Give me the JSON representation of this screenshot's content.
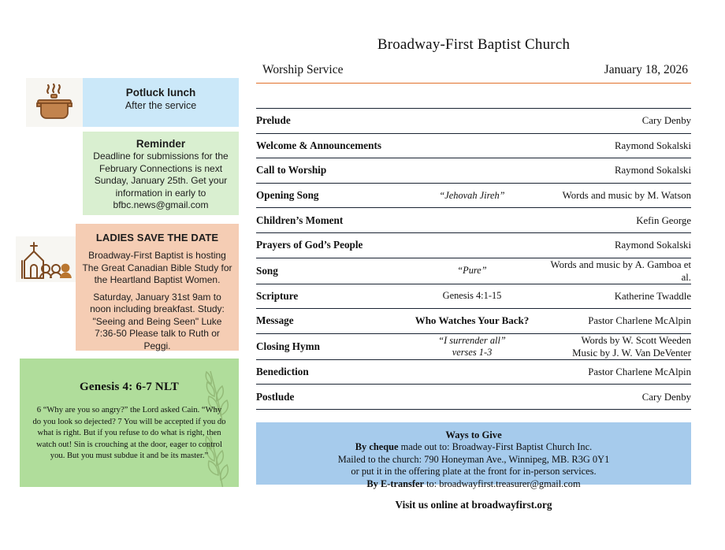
{
  "sidebar": {
    "potluck": {
      "icon": "cooking-pot-icon",
      "title": "Potluck lunch",
      "subtitle": "After the service",
      "bg": "#cbe8f9"
    },
    "reminder": {
      "title": "Reminder",
      "body": "Deadline for submissions for the February Connections is next Sunday, January 25th. Get your information in early to bfbc.news@gmail.com",
      "bg": "#d9efd0"
    },
    "ladies": {
      "icon": "church-and-people-icon",
      "title": "LADIES SAVE THE DATE",
      "paragraph1": "Broadway-First Baptist is hosting The Great Canadian Bible Study for the Heartland Baptist Women.",
      "paragraph2": "Saturday, January 31st 9am to noon including breakfast. Study: \"Seeing and Being Seen\"  Luke 7:36-50 Please talk to Ruth or Peggi.",
      "bg": "#f5cdb4"
    },
    "scripture": {
      "title": "Genesis 4: 6-7 NLT",
      "body": "6 “Why are you so angry?” the Lord asked Cain. “Why do you look so dejected? 7 You will be accepted if you do what is right. But if you refuse to do what is right, then watch out! Sin is crouching at the door, eager to control you. But you must subdue it and be its master.”",
      "bg": "#b0dd9b",
      "decoration": "leaf-sprig"
    }
  },
  "header": {
    "church_name": "Broadway-First Baptist Church",
    "service_label": "Worship Service",
    "date": "January 18, 2026",
    "rule_color": "#e2712b"
  },
  "order_of_service": {
    "rows": [
      {
        "item": "Prelude",
        "detail": "",
        "person": "Cary Denby"
      },
      {
        "item": "Welcome & Announcements",
        "detail": "",
        "person": "Raymond Sokalski"
      },
      {
        "item": "Call to Worship",
        "detail": "",
        "person": "Raymond Sokalski"
      },
      {
        "item": "Opening Song",
        "detail": "“Jehovah Jireh”",
        "person": "Words and music by M. Watson"
      },
      {
        "item": "Children’s Moment",
        "detail": "",
        "person": "Kefin George"
      },
      {
        "item": "Prayers of God’s People",
        "detail": "",
        "person": "Raymond Sokalski"
      },
      {
        "item": "Song",
        "detail": "“Pure”",
        "person": "Words and music by A. Gamboa et al."
      },
      {
        "item": "Scripture",
        "detail": "Genesis 4:1-15",
        "person": "Katherine Twaddle"
      },
      {
        "item": "Message",
        "detail": "Who Watches Your Back?",
        "person": "Pastor Charlene McAlpin"
      },
      {
        "item": "Closing Hymn",
        "detail": "“I surrender all”",
        "detail2": "verses 1-3",
        "person": "Words by W. Scott Weeden",
        "person2": "Music by J. W. Van DeVenter"
      },
      {
        "item": "Benediction",
        "detail": "",
        "person": "Pastor Charlene McAlpin"
      },
      {
        "item": "Postlude",
        "detail": "",
        "person": "Cary Denby"
      }
    ]
  },
  "ways_to_give": {
    "title": "Ways to Give",
    "cheque_label": "By cheque",
    "cheque_text": " made out to: Broadway-First Baptist Church Inc.",
    "mail_line": "Mailed to the church: 790 Honeyman Ave., Winnipeg, MB. R3G 0Y1",
    "plate_line": "or put it in the offering plate at the front for in-person services.",
    "etransfer_label": "By E-transfer",
    "etransfer_text": " to: broadwayfirst.treasurer@gmail.com",
    "bg": "#a6cbec"
  },
  "footer": {
    "visit": "Visit us online at broadwayfirst.org"
  }
}
